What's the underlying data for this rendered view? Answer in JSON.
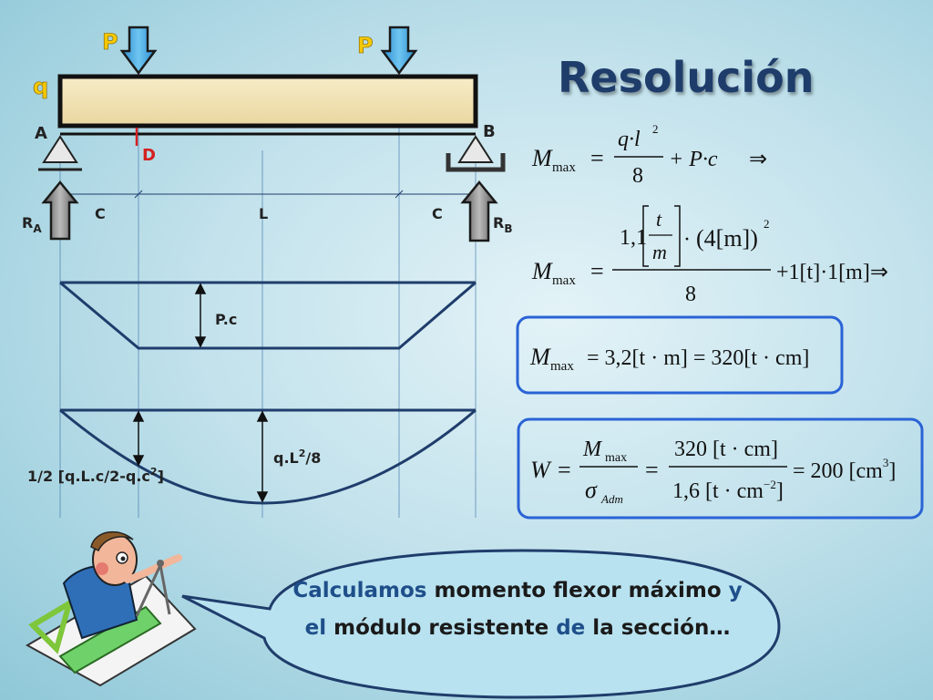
{
  "slide": {
    "title": "Resolución"
  },
  "beam_diagram": {
    "load_label_left": "P",
    "load_label_right": "P",
    "distributed_load_label": "q",
    "support_a_label": "A",
    "support_b_label": "B",
    "point_d_label": "D",
    "span_c_left": "C",
    "span_l": "L",
    "span_c_right": "C",
    "reaction_a": {
      "main": "R",
      "sub": "A"
    },
    "reaction_b": {
      "main": "R",
      "sub": "B"
    },
    "moment_p_label": "P.c",
    "moment_q_label_main": "q.L",
    "moment_q_label_sup": "2",
    "moment_q_label_tail": "/8",
    "moment_d_label_main": "1/2 [q.L.c/2-q.c",
    "moment_d_label_sup": "2",
    "moment_d_label_tail": "]"
  },
  "equations": {
    "eq1": {
      "lhs": "M",
      "lhs_sub": "max",
      "equals": "=",
      "num": "q·l",
      "num_sup": "2",
      "den": "8",
      "plus_term": "+ P·c",
      "implies": "⇒"
    },
    "eq2": {
      "lhs": "M",
      "lhs_sub": "max",
      "equals": "=",
      "coef": "1,1",
      "frac_num": "t",
      "frac_den": "m",
      "dot": "·",
      "paren_content": "(4[m])",
      "paren_sup": "2",
      "den": "8",
      "tail": "+1[t]·1[m]⇒"
    },
    "eq3": {
      "text_main": "M",
      "text_sub": "max",
      "rest": "= 3,2[t · m] = 320[t · cm]"
    },
    "eq4": {
      "lhs": "W",
      "equals": "=",
      "frac1_num": "M",
      "frac1_num_sub": "max",
      "frac1_den": "σ",
      "frac1_den_sub": "Adm",
      "frac2_num": "320 [t · cm]",
      "frac2_den": "1,6 [t · cm",
      "frac2_den_sup": "−2",
      "frac2_den_tail": "]",
      "result": "= 200 [cm",
      "result_sup": "3",
      "result_tail": "]"
    }
  },
  "speech_bubble": {
    "parts": [
      "Calculamos",
      " momento flexor máximo ",
      "y el",
      " módulo resistente ",
      "de",
      " la sección…"
    ]
  },
  "colors": {
    "load_arrow": "#3ea8e0",
    "beam_fill": "#f2e2b2",
    "title": "#1f3d6b",
    "label_yellow": "#f5c800",
    "label_red": "#d32020",
    "diagram_line": "#1f3d6b",
    "box_border": "#2a63d6",
    "text_highlight": "#1f4f8a"
  },
  "illustrations": {
    "engineer": "cartoon-engineer-with-compass"
  }
}
